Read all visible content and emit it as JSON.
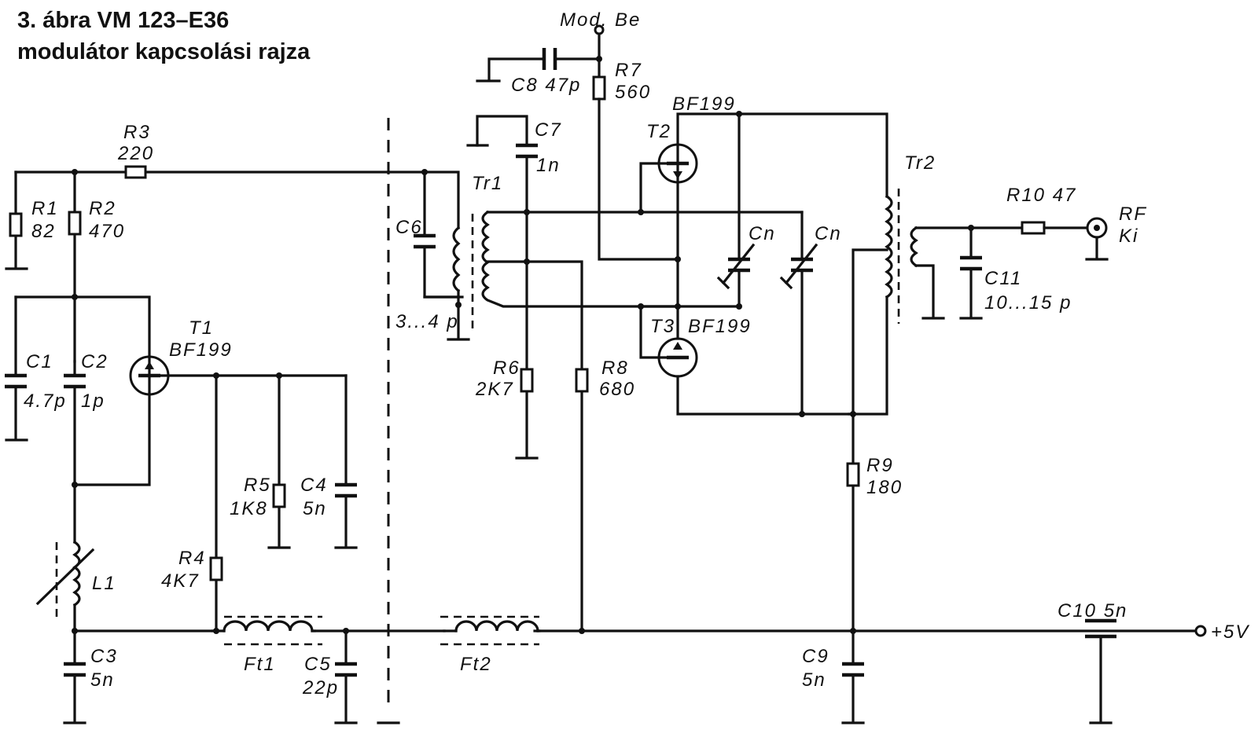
{
  "title": {
    "line1": "3. ábra VM 123–E36",
    "line2": "modulátor kapcsolási rajza"
  },
  "labels": {
    "mod_be": "Mod. Be",
    "c8": "C8 47p",
    "r7_name": "R7",
    "r7_val": "560",
    "c7_name": "C7",
    "c7_val": "1n",
    "t2_type": "BF199",
    "t2_name": "T2",
    "r3_name": "R3",
    "r3_val": "220",
    "r1_name": "R1",
    "r1_val": "82",
    "r2_name": "R2",
    "r2_val": "470",
    "tr1": "Tr1",
    "c6": "C6",
    "c6_range": "3...4 p",
    "cn_a": "Cn",
    "cn_b": "Cn",
    "tr2": "Tr2",
    "r10": "R10 47",
    "rf": "RF",
    "ki": "Ki",
    "c11_name": "C11",
    "c11_val": "10...15 p",
    "t1_name": "T1",
    "t1_type": "BF199",
    "c1_name": "C1",
    "c1_val": "4.7p",
    "c2_name": "C2",
    "c2_val": "1p",
    "r6_name": "R6",
    "r6_val": "2K7",
    "r8_name": "R8",
    "r8_val": "680",
    "t3_name": "T3",
    "t3_type": "BF199",
    "r5_name": "R5",
    "r5_val": "1K8",
    "c4_name": "C4",
    "c4_val": "5n",
    "r9_name": "R9",
    "r9_val": "180",
    "l1": "L1",
    "r4_name": "R4",
    "r4_val": "4K7",
    "c10": "C10 5n",
    "v5": "+5V",
    "c3_name": "C3",
    "c3_val": "5n",
    "ft1": "Ft1",
    "c5_name": "C5",
    "c5_val": "22p",
    "ft2": "Ft2",
    "c9_name": "C9",
    "c9_val": "5n"
  }
}
